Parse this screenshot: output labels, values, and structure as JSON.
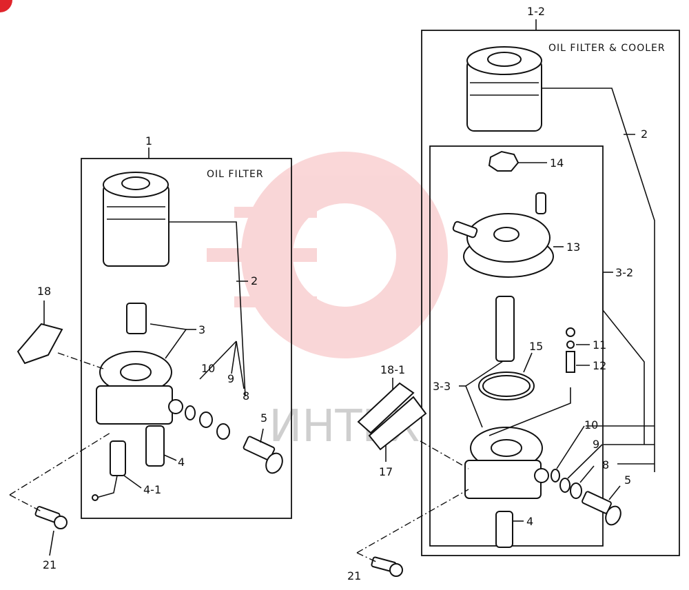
{
  "diagram": {
    "groups": {
      "oil_filter": {
        "number": "1",
        "title": "OIL FILTER"
      },
      "oil_filter_cooler": {
        "number": "1-2",
        "title": "OIL FILTER & COOLER"
      }
    },
    "left_labels": {
      "p18": "18",
      "p2": "2",
      "p3": "3",
      "p10": "10",
      "p9": "9",
      "p8": "8",
      "p5": "5",
      "p4": "4",
      "p4_1": "4-1",
      "p21": "21"
    },
    "right_labels": {
      "p2": "2",
      "p14": "14",
      "p13": "13",
      "p3_2": "3-2",
      "p11": "11",
      "p12": "12",
      "p15": "15",
      "p3_3": "3-3",
      "p18_1": "18-1",
      "p17": "17",
      "p10": "10",
      "p9": "9",
      "p8": "8",
      "p5": "5",
      "p4": "4",
      "p21": "21"
    },
    "watermark": {
      "text": "ИНТЕХ",
      "color": "#e8474c"
    }
  }
}
